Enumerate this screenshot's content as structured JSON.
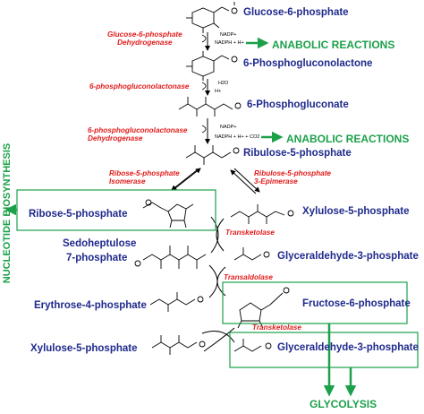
{
  "metabolites": {
    "g6p": "Glucose-6-phosphate",
    "pgl": "6-Phosphogluconolactone",
    "pg": "6-Phosphogluconate",
    "ru5p": "Ribulose-5-phosphate",
    "r5p": "Ribose-5-phosphate",
    "xu5p_1": "Xylulose-5-phosphate",
    "s7p_line1": "Sedoheptulose",
    "s7p_line2": "7-phosphate",
    "g3p_1": "Glyceraldehyde-3-phosphate",
    "e4p": "Erythrose-4-phosphate",
    "f6p": "Fructose-6-phosphate",
    "xu5p_2": "Xylulose-5-phosphate",
    "g3p_2": "Glyceraldehyde-3-phosphate"
  },
  "enzymes": {
    "g6pd_line1": "Glucose-6-phosphate",
    "g6pd_line2": "Dehydrogenase",
    "pgls": "6-phosphogluconolactonase",
    "pgd_line1": "6-phosphogluconolactonase",
    "pgd_line2": "Dehydrogenase",
    "rpi_line1": "Ribose-5-phosphate",
    "rpi_line2": "Isomerase",
    "rpe_line1": "Ribulose-5-phosphate",
    "rpe_line2": "3-Epimerase",
    "tk1": "Transketolase",
    "ta": "Transaldolase",
    "tk2": "Transketolase"
  },
  "outputs": {
    "anabolic_1": "ANABOLIC REACTIONS",
    "anabolic_2": "ANABOLIC REACTIONS",
    "nucleotide": "NUCLEOTIDE BIOSYNTHESIS",
    "glycolysis": "GLYCOLYSIS"
  },
  "cofactors": {
    "nadp_1": "NADP+",
    "nadph_1": "NADPH + H+",
    "water": "H2O",
    "h_plus": "H+",
    "nadp_2": "NADP+",
    "nadph_2": "NADPH + H+ + CO2"
  },
  "colors": {
    "metabolite": "#1f2a8c",
    "enzyme": "#e11c1c",
    "output": "#1ca04a",
    "box": "#1ca04a"
  }
}
